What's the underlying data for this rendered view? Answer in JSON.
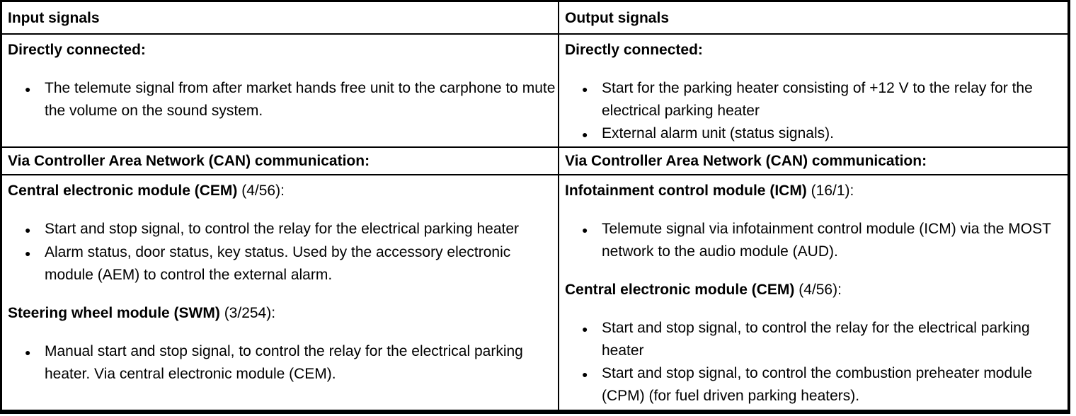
{
  "glyphs": {
    "bullet": "●"
  },
  "colors": {
    "text": "#000000",
    "border": "#000000",
    "background": "#ffffff"
  },
  "columns": {
    "input": {
      "header": "Input signals",
      "direct_title": "Directly connected:",
      "direct_bullets": [
        "The telemute signal from after market hands free unit to the carphone to mute the volume on the sound system."
      ],
      "can_title": "Via Controller Area Network (CAN) communication:",
      "sections": [
        {
          "name": "Central electronic module (CEM)",
          "ref": " (4/56):",
          "bullets": [
            "Start and stop signal, to control the relay for the electrical parking heater",
            "Alarm status, door status, key status. Used by the accessory electronic module (AEM) to control the external alarm."
          ]
        },
        {
          "name": "Steering wheel module (SWM)",
          "ref": " (3/254):",
          "bullets": [
            "Manual start and stop signal, to control the relay for the electrical parking heater. Via central electronic module (CEM)."
          ]
        }
      ]
    },
    "output": {
      "header": "Output signals",
      "direct_title": "Directly connected:",
      "direct_bullets": [
        "Start for the parking heater consisting of +12 V to the relay for the electrical parking heater",
        "External alarm unit (status signals)."
      ],
      "can_title": "Via Controller Area Network (CAN) communication:",
      "sections": [
        {
          "name": "Infotainment control module (ICM)",
          "ref": " (16/1):",
          "bullets": [
            "Telemute signal via infotainment control module (ICM) via the MOST network to the audio module (AUD)."
          ]
        },
        {
          "name": "Central electronic module (CEM)",
          "ref": " (4/56):",
          "bullets": [
            "Start and stop signal, to control the relay for the electrical parking heater",
            "Start and stop signal, to control the combustion preheater module (CPM) (for fuel driven parking heaters)."
          ]
        }
      ]
    }
  }
}
